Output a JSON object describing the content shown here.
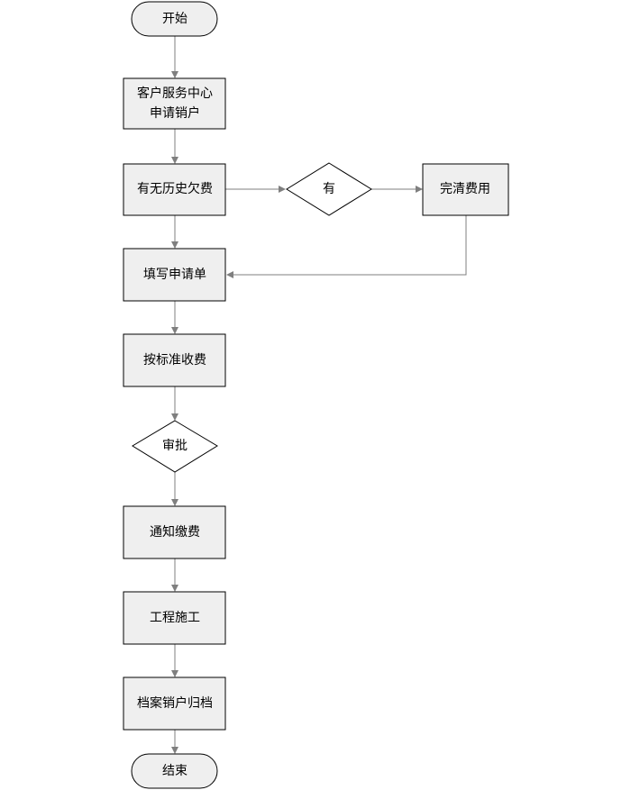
{
  "flowchart": {
    "start": "开始",
    "apply_line1": "客户服务中心",
    "apply_line2": "申请销户",
    "check_arrears": "有无历史欠费",
    "has_arrears": "有",
    "settle_fees": "完清费用",
    "fill_form": "填写申请单",
    "charge_fee": "按标准收费",
    "approve": "审批",
    "notify_payment": "通知缴费",
    "construction": "工程施工",
    "archive": "档案销户归档",
    "end": "结束"
  },
  "colors": {
    "box_fill": "#efefef",
    "border": "#000000",
    "connector": "#7f7f7f"
  }
}
